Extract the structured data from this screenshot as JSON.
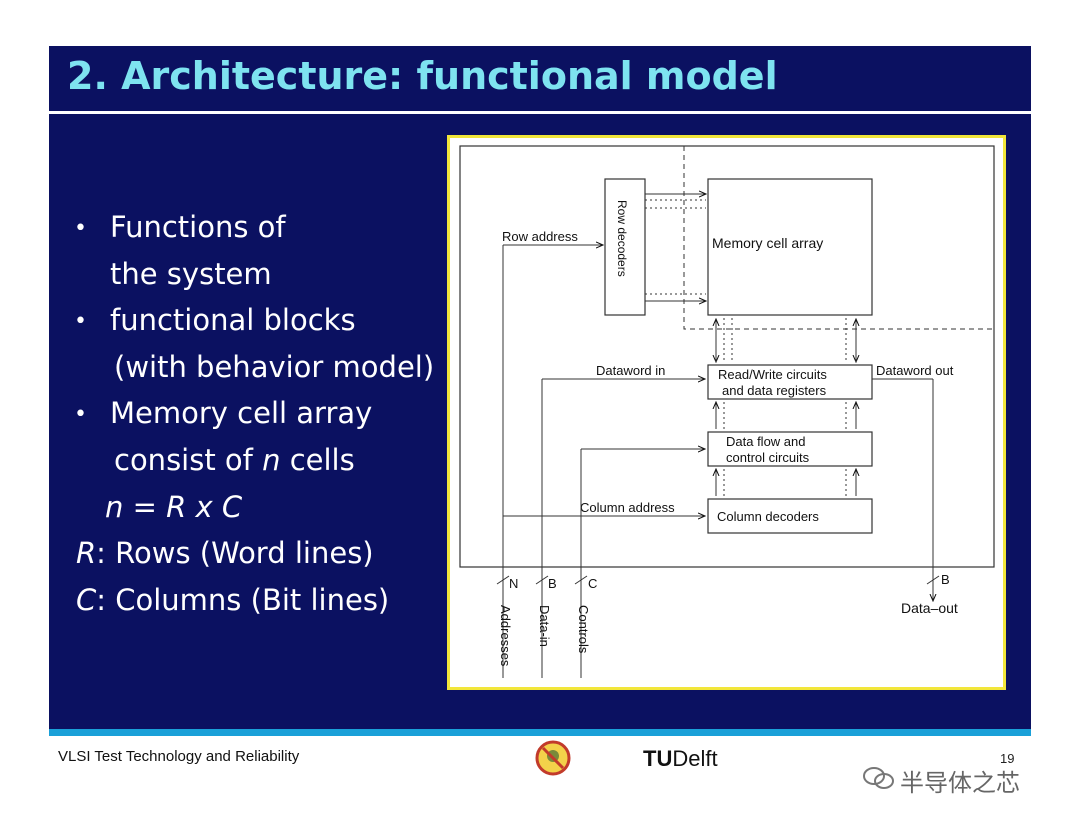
{
  "slide": {
    "title": "2. Architecture: functional model",
    "footer": "VLSI Test Technology and Reliability",
    "page_number": "19",
    "logo_text_tu": "TU",
    "logo_text_delft": "Delft",
    "watermark": "半导体之芯"
  },
  "bullets": {
    "b1_line1": "Functions of",
    "b1_line2": "the system",
    "b2_line1": "functional blocks",
    "b2_line2": "(with behavior model)",
    "b3_line1": "Memory cell array",
    "b3_line2_pre": "consist of ",
    "b3_line2_var": "n",
    "b3_line2_post": " cells",
    "eq": "n = R x C",
    "r_var": "R",
    "r_text": ": Rows (Word lines)",
    "c_var": "C",
    "c_text": ": Columns (Bit lines)"
  },
  "diagram": {
    "row_decoders": "Row decoders",
    "memory_cell_array": "Memory cell array",
    "row_address": "Row address",
    "dataword_in": "Dataword in",
    "dataword_out": "Dataword out",
    "rw_line1": "Read/Write circuits",
    "rw_line2": "and data registers",
    "df_line1": "Data flow and",
    "df_line2": "control circuits",
    "column_address": "Column address",
    "column_decoders": "Column decoders",
    "bus_n": "N",
    "bus_b": "B",
    "bus_c": "C",
    "bus_b_out": "B",
    "addresses": "Addresses",
    "data_in": "Data-in",
    "controls": "Controls",
    "data_out": "Data–out"
  },
  "colors": {
    "slide_bg": "#0b1161",
    "title": "#7ee3f0",
    "frame_border": "#f2e63a",
    "bottom_band": "#1aa0d8"
  }
}
